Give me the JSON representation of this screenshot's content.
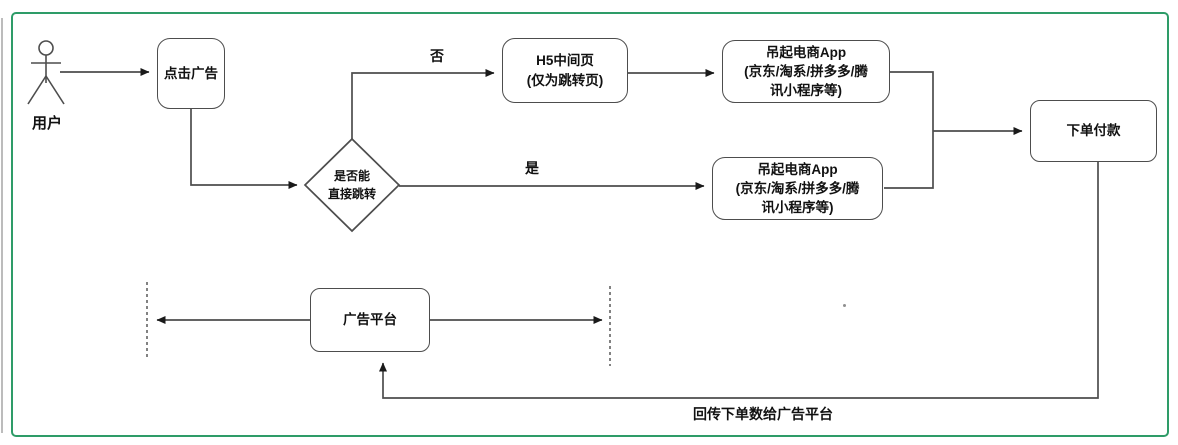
{
  "diagram": {
    "actor": {
      "label": "用户"
    },
    "nodes": {
      "click_ad": {
        "label": "点击广告"
      },
      "decision": {
        "label": "是否能\n直接跳转"
      },
      "h5_page": {
        "label": "H5中间页\n(仅为跳转页)"
      },
      "launch_app_no_branch": {
        "label": "吊起电商App\n(京东/淘系/拼多多/腾\n讯小程序等)"
      },
      "launch_app_yes_branch": {
        "label": "吊起电商App\n(京东/淘系/拼多多/腾\n讯小程序等)"
      },
      "order_pay": {
        "label": "下单付款"
      },
      "ad_platform": {
        "label": "广告平台"
      }
    },
    "edge_labels": {
      "no_branch": "否",
      "yes_branch": "是",
      "report_back": "回传下单数给广告平台"
    },
    "colors": {
      "frame_border": "#2e9c68",
      "connector": "#4d4d4d",
      "node_border": "#4d4d4d",
      "text": "#111111"
    }
  }
}
